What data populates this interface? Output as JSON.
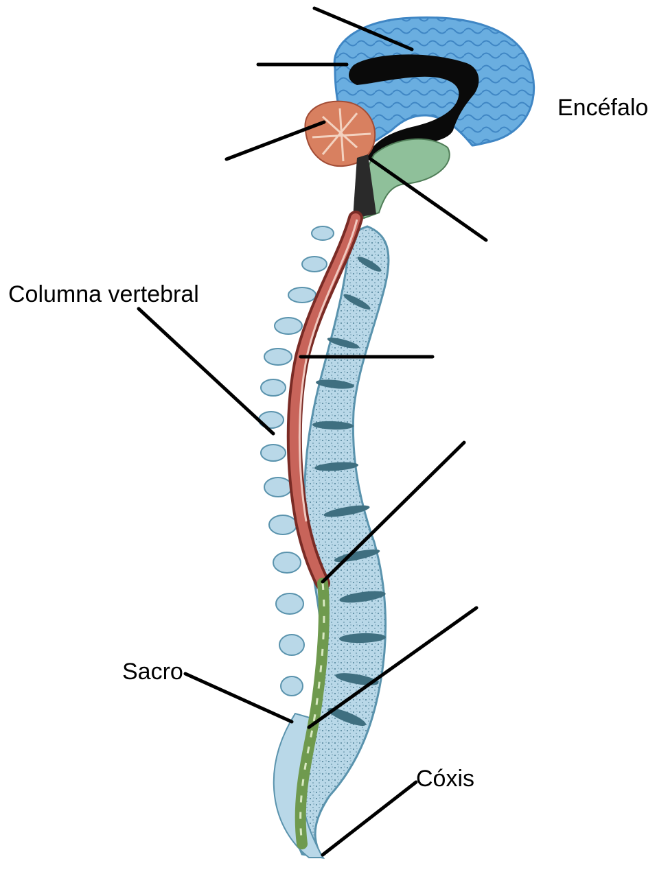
{
  "labels": {
    "encefalo": "Encéfalo",
    "columna_vertebral": "Columna vertebral",
    "sacro": "Sacro",
    "coxis": "Cóxis"
  },
  "colors": {
    "brain": "#6aaee0",
    "brain_dark": "#3f86c4",
    "ventricle": "#0a0a0a",
    "cerebellum": "#d88060",
    "brainstem": "#8fc09a",
    "vertebra": "#b9d8e8",
    "vertebra_outline": "#5a93ad",
    "disc": "#3f6f80",
    "spinal_cord": "#c8645a",
    "cauda": "#6f9a4e",
    "leader_line": "#000000"
  }
}
